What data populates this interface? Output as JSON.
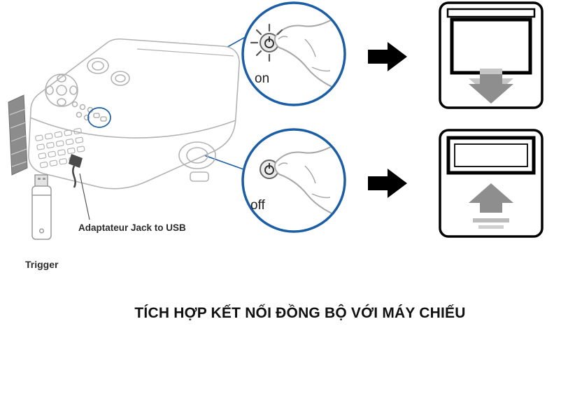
{
  "caption": "TÍCH HỢP KẾT NỐI ĐỒNG BỘ VỚI MÁY CHIẾU",
  "labels": {
    "power_on": "on",
    "power_off": "off",
    "trigger": "Trigger",
    "adapter": "Adaptateur Jack to USB"
  },
  "colors": {
    "callout_blue": "#1b5ea6",
    "outline_gray": "#b3b3b3",
    "arrow_black": "#000000",
    "screen_arrow_gray": "#8e8e8e",
    "text_dark": "#111111"
  },
  "icons": {
    "power_on_button": "power-icon-with-rays",
    "power_off_button": "power-icon",
    "flow_arrow": "right-arrow-icon",
    "screen_lowering": "projection-screen-down-icon",
    "screen_rising": "projection-screen-up-icon",
    "usb_trigger": "usb-dongle-icon",
    "jack_adapter": "jack-plug-icon"
  }
}
